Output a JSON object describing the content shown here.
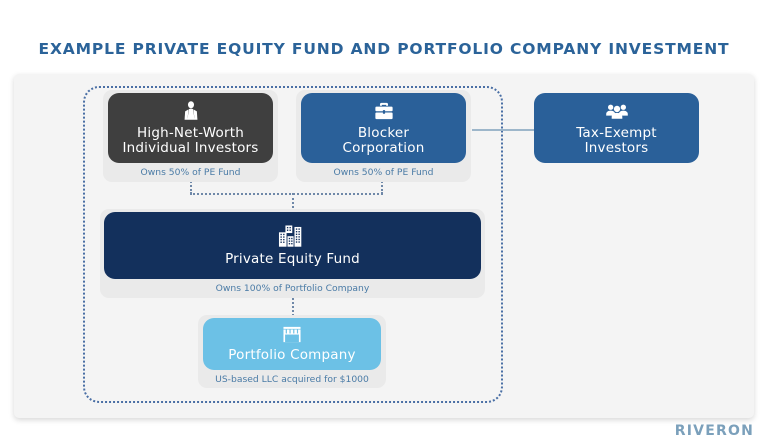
{
  "title": "EXAMPLE PRIVATE EQUITY FUND AND PORTFOLIO COMPANY INVESTMENT",
  "logo": {
    "part1": "RIV",
    "part2": "E",
    "part3": "RON",
    "full": "RIVERON"
  },
  "colors": {
    "title": "#2b6399",
    "panel_bg": "#f4f4f4",
    "card_bg": "#eaeaea",
    "caption_text": "#4a7ba6",
    "dashed_border": "#4a6fa5",
    "connector": "#6f88a8",
    "solid_connector": "#9db6ca",
    "hnw_box": "#3f3f3f",
    "blocker_box": "#2a6099",
    "taxexempt_box": "#2a6099",
    "pefund_box": "#13305c",
    "portfolio_box": "#6cc1e6",
    "logo": "#7ba0bb"
  },
  "nodes": [
    {
      "id": "high-net-worth-individual-investors",
      "label": "High-Net-Worth\nIndividual Investors",
      "icon": "businessperson-icon",
      "caption": "Owns 50% of PE Fund"
    },
    {
      "id": "blocker-corporation",
      "label": "Blocker\nCorporation",
      "icon": "briefcase-icon",
      "caption": "Owns 50% of PE Fund"
    },
    {
      "id": "tax-exempt-investors",
      "label": "Tax-Exempt\nInvestors",
      "icon": "people-group-icon",
      "caption": ""
    },
    {
      "id": "private-equity-fund",
      "label": "Private Equity Fund",
      "icon": "buildings-icon",
      "caption": "Owns 100% of Portfolio Company"
    },
    {
      "id": "portfolio-company",
      "label": "Portfolio Company",
      "icon": "storefront-icon",
      "caption": "US-based LLC acquired for $1000"
    }
  ]
}
